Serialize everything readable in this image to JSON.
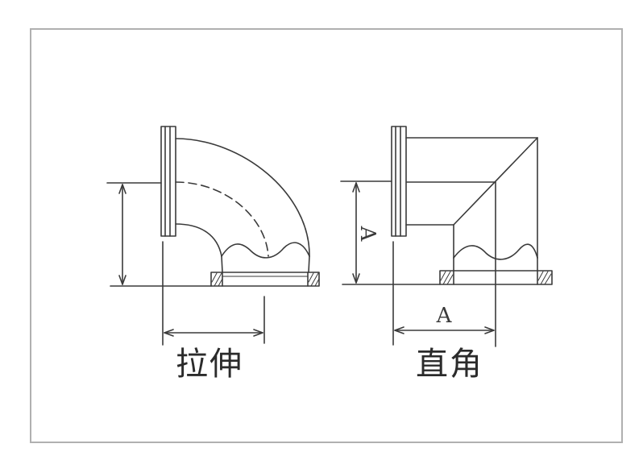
{
  "diagram": {
    "left_caption": "拉伸",
    "right_caption": "直角",
    "dimension_label_vertical": "A",
    "dimension_label_horizontal": "A"
  },
  "colors": {
    "line": "#3a3a3a",
    "border": "#b0b0b0",
    "background": "#ffffff"
  }
}
